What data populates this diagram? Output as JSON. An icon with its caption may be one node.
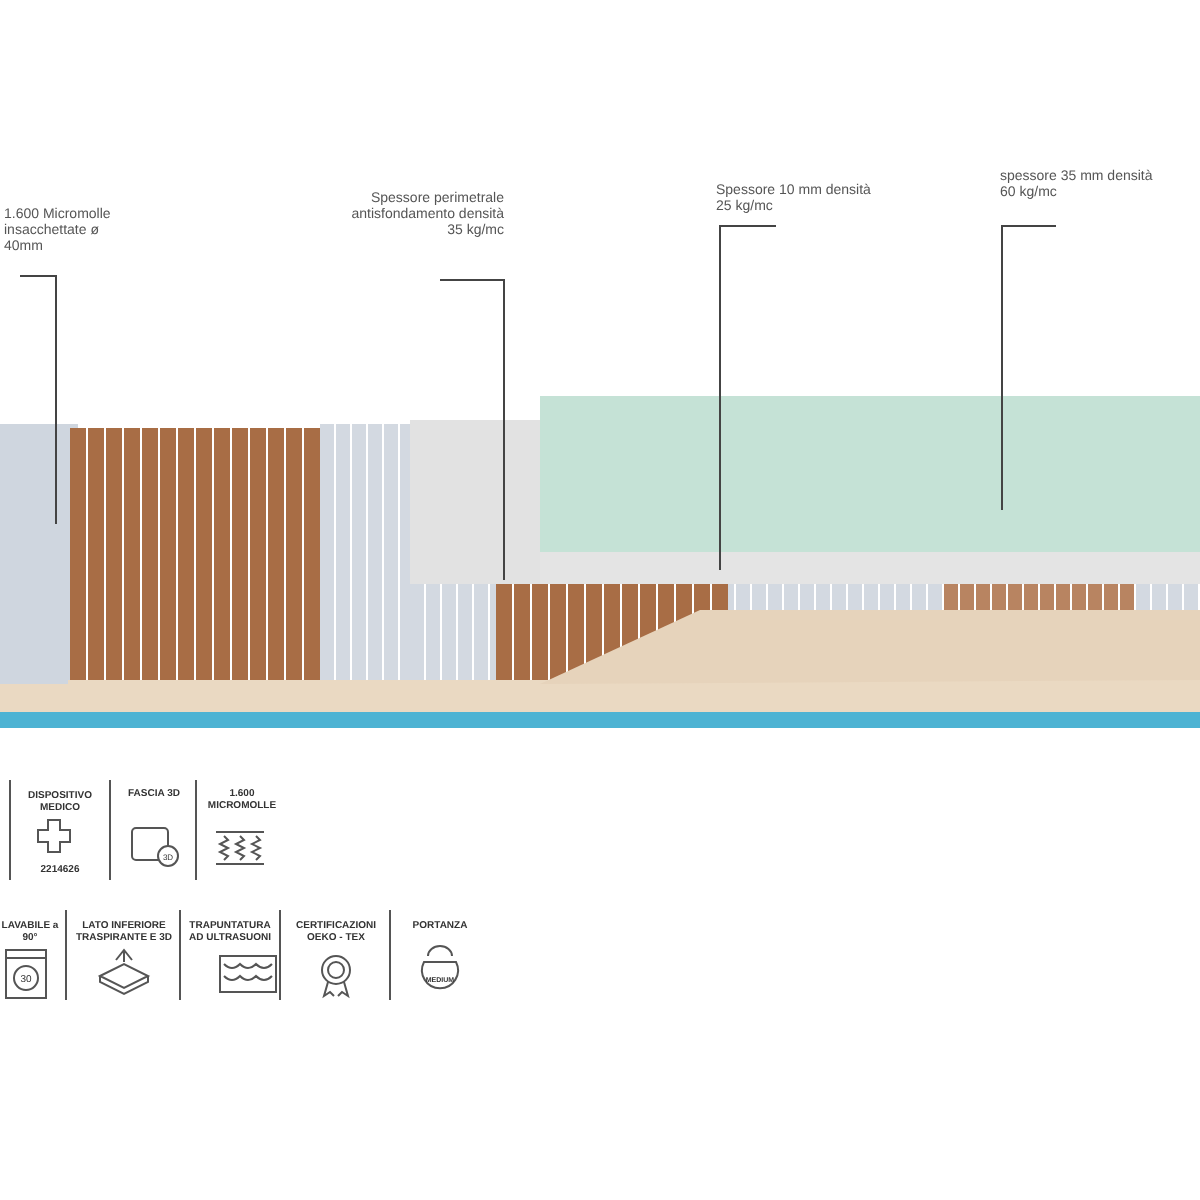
{
  "diagram": {
    "nodes": [
      {
        "text": [
          "1.600 Micromolle insacchettate ø 40mm"
        ]
      },
      {
        "text": [],
        "shape": "box"
      },
      {
        "text": [
          "Spessore perimetrale antisfondamento densità 35 kg/mc"
        ]
      },
      {
        "text": [],
        "shape": "box"
      },
      {
        "text": [
          "Spessore 10 mm densità 25 kg/mc"
        ]
      },
      {
        "text": [],
        "shape": "box"
      },
      {
        "text": [
          "spessore 35 mm densità 60 kg/mc"
        ]
      },
      {
        "text": [],
        "shape": "box"
      }
    ],
    "edges": [
      {
        "from": 0,
        "to": 1,
        "arrow": "none"
      },
      {
        "from": 2,
        "to": 3,
        "arrow": "none"
      },
      {
        "from": 4,
        "to": 5,
        "arrow": "none"
      },
      {
        "from": 6,
        "to": 7,
        "arrow": "none"
      }
    ],
    "labels": [
      "DISPOSITIVO MEDICO",
      "2214626",
      "FASCIA 3D",
      "3D",
      "1.600 MICROMOLLE",
      "LAVABILE a 90°",
      "30",
      "LATO INFERIORE TRASPIRANTE E 3D",
      "TRAPUNTATURA AD ULTRASUONI",
      "CERTIFICAZIONI OEKO - TEX",
      "PORTANZA",
      "MEDIUM"
    ]
  }
}
